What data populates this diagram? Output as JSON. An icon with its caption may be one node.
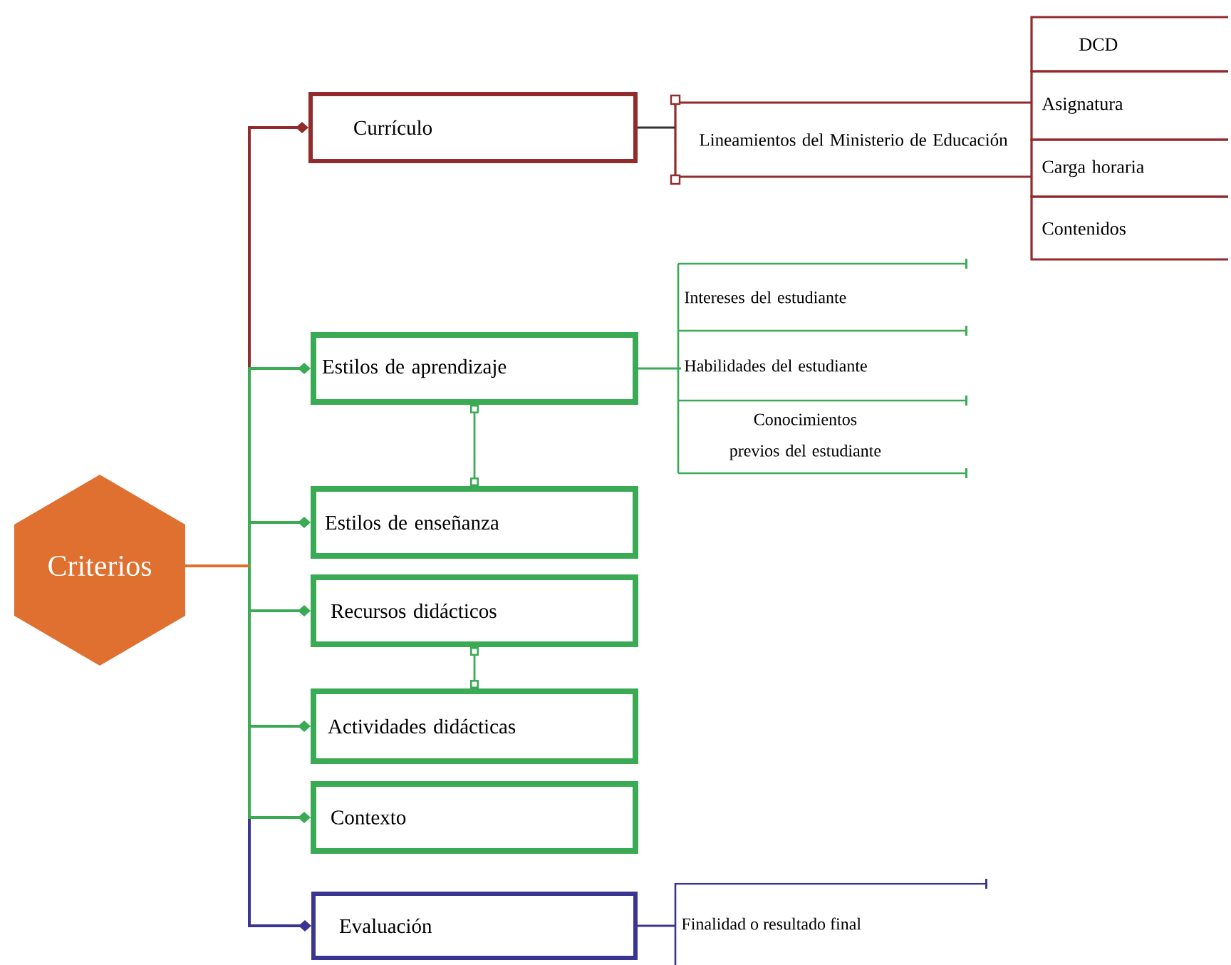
{
  "diagram": {
    "nodes": [
      {
        "text": [
          "Criterios"
        ]
      },
      {
        "text": [
          "Currículo"
        ]
      },
      {
        "text": [
          "Estilos de aprendizaje"
        ]
      },
      {
        "text": [
          "Estilos de enseñanza"
        ]
      },
      {
        "text": [
          "Recursos didácticos"
        ]
      },
      {
        "text": [
          "Actividades didácticas"
        ]
      },
      {
        "text": [
          "Contexto"
        ]
      },
      {
        "text": [
          "Evaluación"
        ]
      },
      {
        "text": [
          "Lineamientos del Ministerio de Educación"
        ]
      },
      {
        "text": [
          "DCD"
        ]
      },
      {
        "text": [
          "Asignatura"
        ]
      },
      {
        "text": [
          "Carga horaria"
        ]
      },
      {
        "text": [
          "Contenidos"
        ]
      },
      {
        "text": [
          "Intereses del estudiante"
        ]
      },
      {
        "text": [
          "Habilidades del estudiante"
        ]
      },
      {
        "text": [
          "Conocimientos previos del estudiante"
        ]
      },
      {
        "text": [
          "Finalidad o resultado final"
        ]
      }
    ],
    "edges": [
      {
        "from": 0,
        "to": 1,
        "arrow": "other",
        "color": "#922b2b"
      },
      {
        "from": 0,
        "to": 2,
        "arrow": "other"
      },
      {
        "from": 0,
        "to": 3,
        "arrow": "other"
      },
      {
        "from": 0,
        "to": 4,
        "arrow": "other"
      },
      {
        "from": 0,
        "to": 5,
        "arrow": "other"
      },
      {
        "from": 0,
        "to": 6,
        "arrow": "other"
      },
      {
        "from": 0,
        "to": 7,
        "arrow": "other",
        "color": "#3b3592"
      },
      {
        "from": 2,
        "to": 3,
        "arrow": "other"
      },
      {
        "from": 4,
        "to": 5,
        "arrow": "other"
      },
      {
        "from": 1,
        "to": 8,
        "arrow": "none",
        "color": "#333333"
      },
      {
        "from": 2,
        "to": 14,
        "arrow": "none"
      },
      {
        "from": 7,
        "to": 16,
        "arrow": "none",
        "color": "#3b3592"
      }
    ]
  }
}
